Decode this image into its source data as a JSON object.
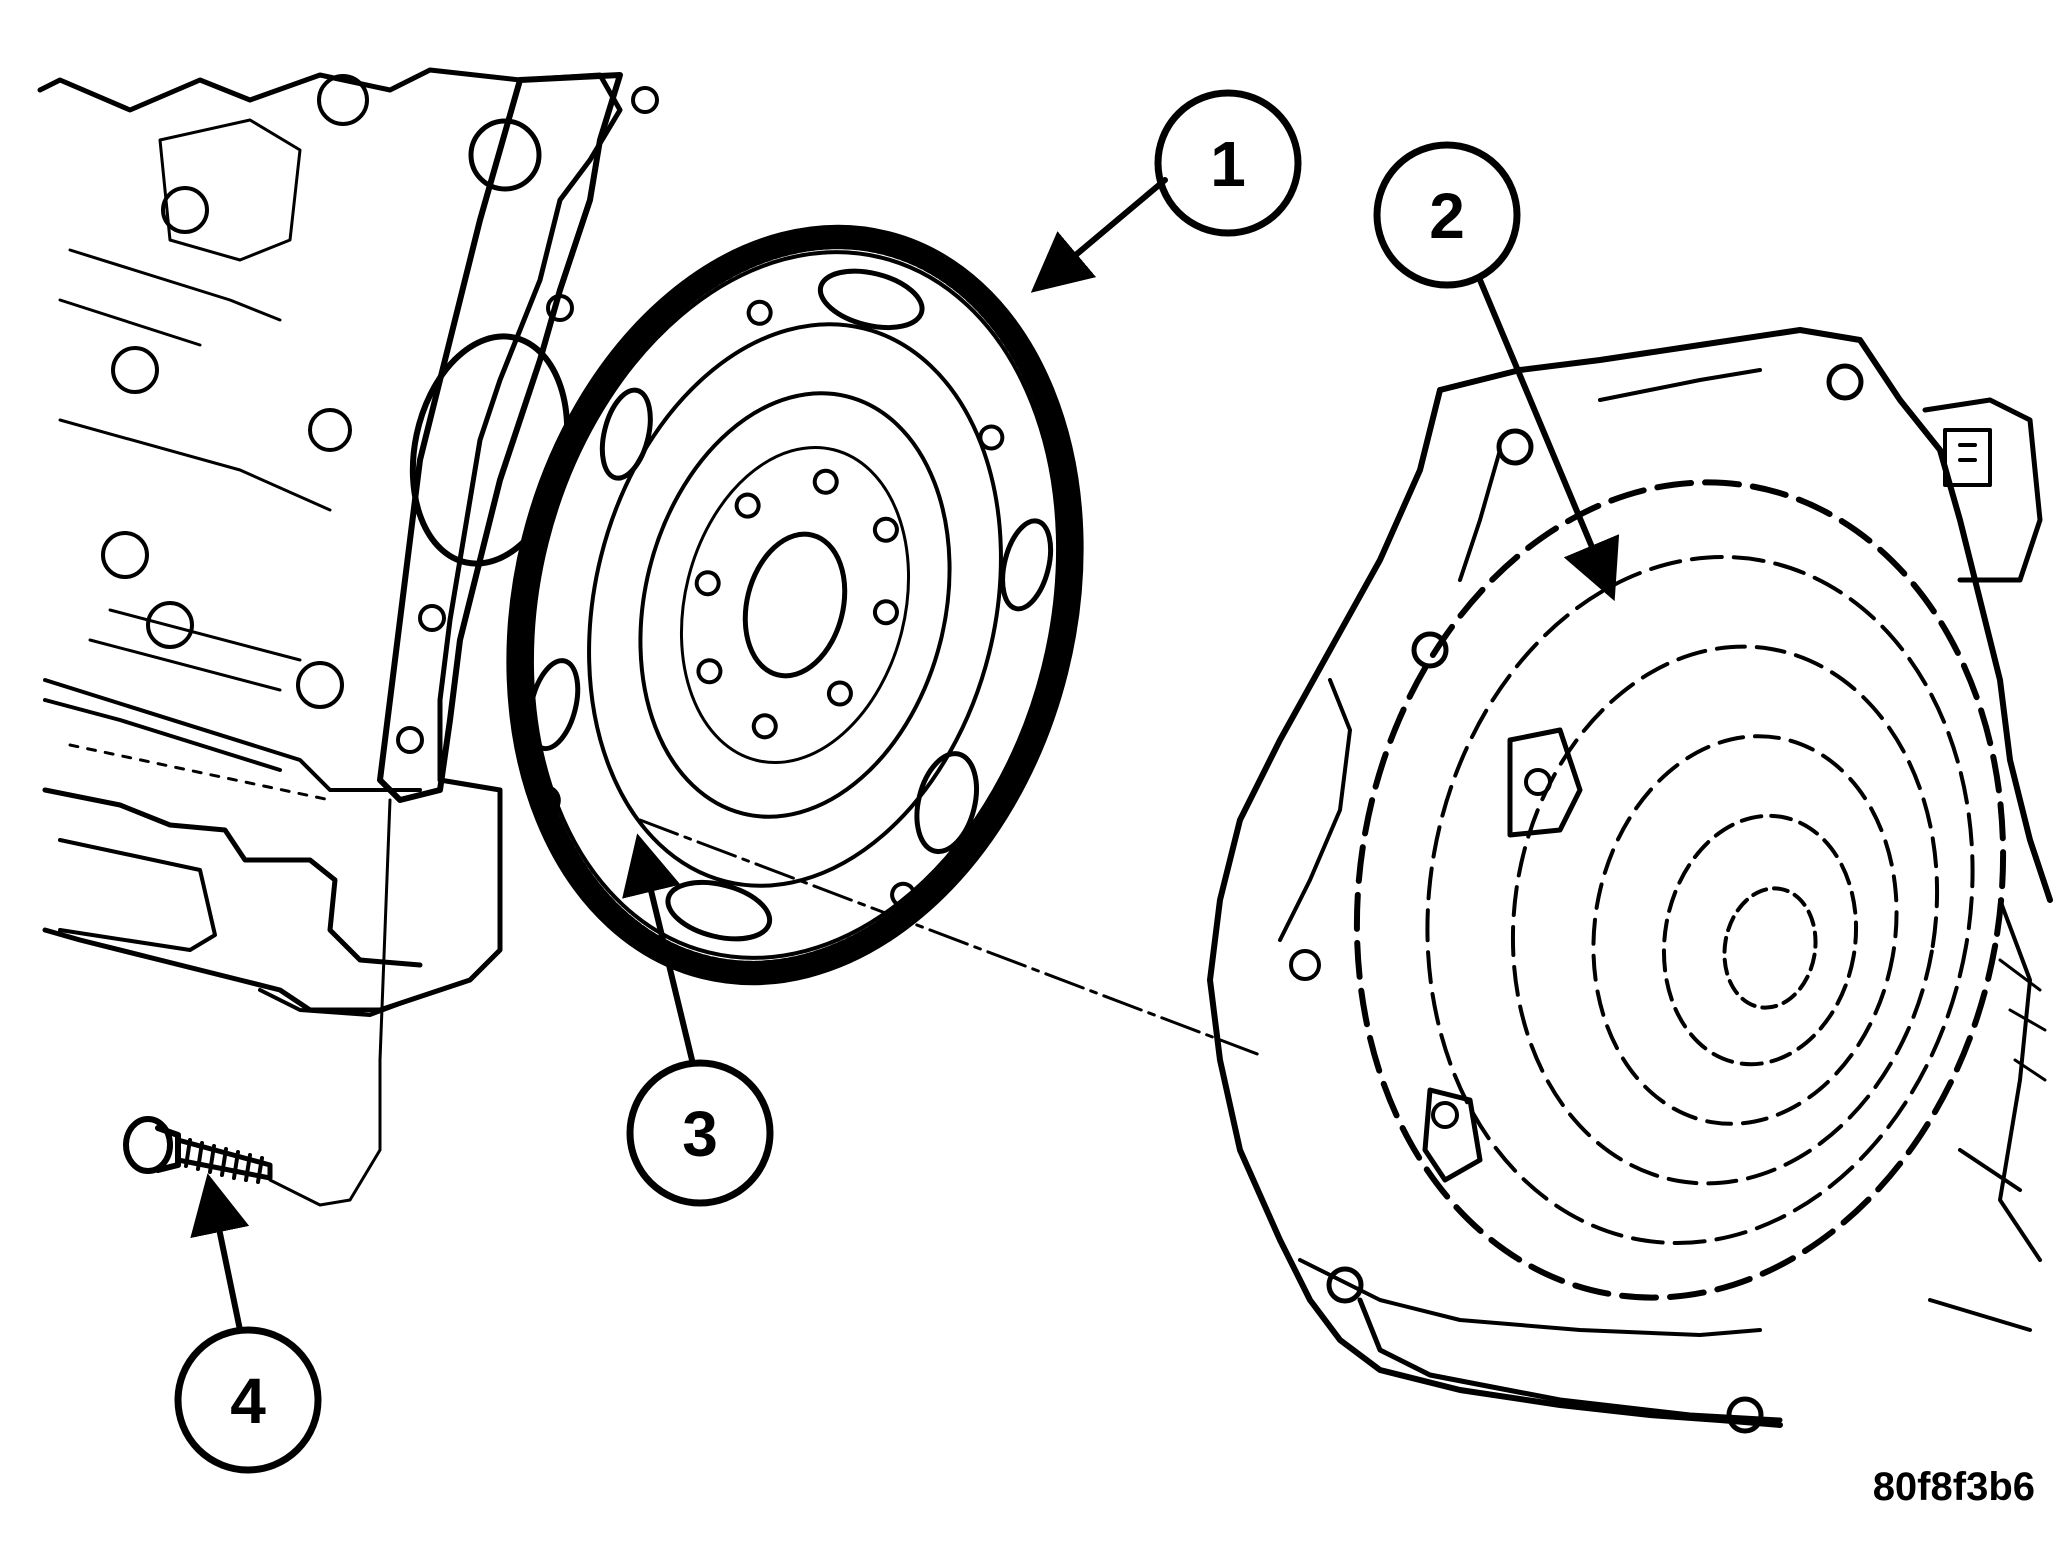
{
  "callouts": [
    {
      "label": "1"
    },
    {
      "label": "2"
    },
    {
      "label": "3"
    },
    {
      "label": "4"
    }
  ],
  "figure_code": "80f8f3b6",
  "parts": {
    "flywheel": "flexplate-icon",
    "transmission": "transmission-housing-icon",
    "engine": "engine-block-icon",
    "bolt": "bolt-icon"
  }
}
